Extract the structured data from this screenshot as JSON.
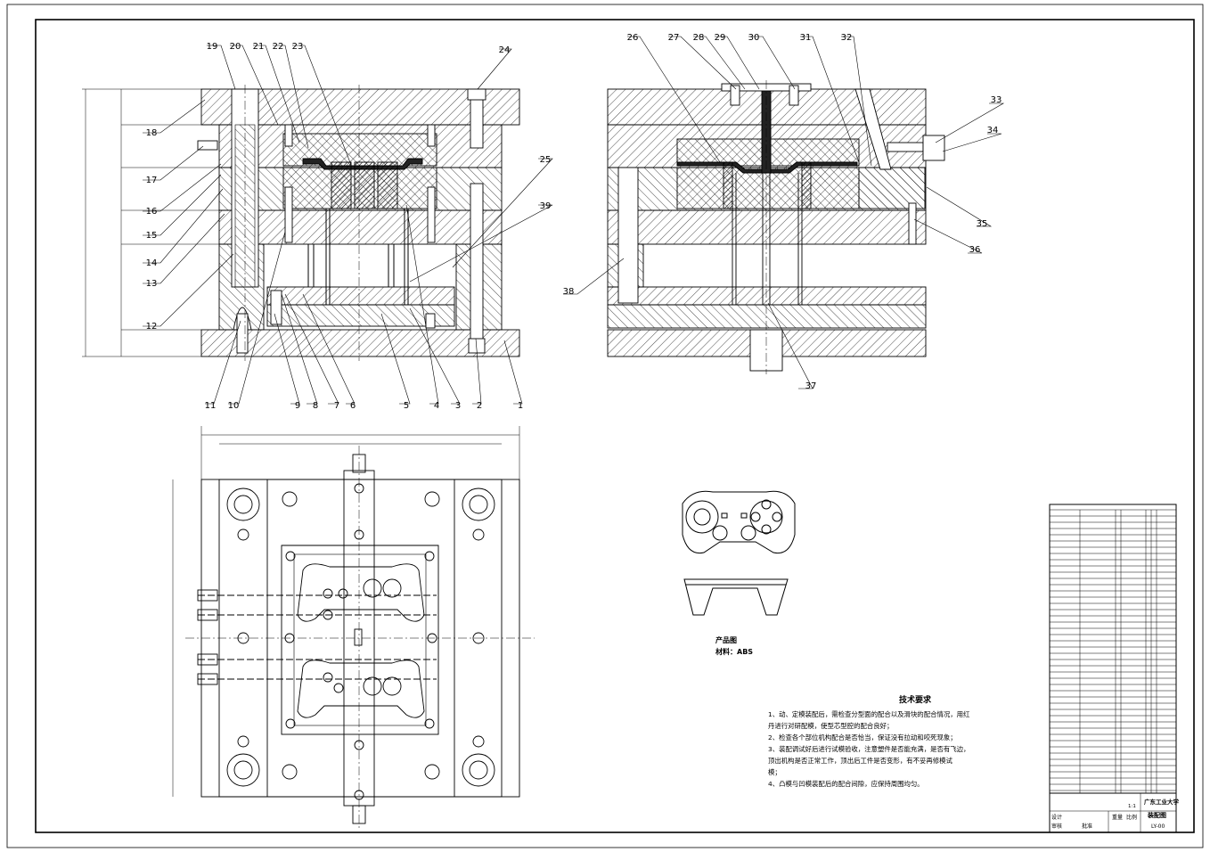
{
  "drawing": {
    "title": "装配图",
    "school": "广东工业大学",
    "drawing_number": "LY-00",
    "scale": "1:1",
    "colors": {
      "line": "#000000",
      "paper": "#ffffff",
      "fill": "#333333"
    }
  },
  "product": {
    "label": "产品图",
    "material": "材料：ABS"
  },
  "tech_requirements": {
    "title": "技术要求",
    "items": [
      "1、动、定模装配后，需检查分型面的配合以及滑块的配合情况，用红",
      "    丹进行对研配模，使型芯型腔的配合良好；",
      "2、检查各个部位机构配合是否恰当，保证没有拉动和咬死现象；",
      "3、装配调试好后进行试模验收，注意塑件是否能充满，是否有飞边，",
      "    顶出机构是否正常工作，顶出后工件是否变形，有不妥再修模试",
      "    模；",
      "4、凸模与凹模装配后的配合间隙，应保持周围均匀。"
    ]
  },
  "balloons_left": [
    "1",
    "2",
    "3",
    "4",
    "5",
    "6",
    "7",
    "8",
    "9",
    "10",
    "11",
    "12",
    "13",
    "14",
    "15",
    "16",
    "17",
    "18",
    "19",
    "20",
    "21",
    "22",
    "23",
    "24",
    "25",
    "39"
  ],
  "balloons_right": [
    "26",
    "27",
    "28",
    "29",
    "30",
    "31",
    "32",
    "33",
    "34",
    "35",
    "36",
    "37",
    "38"
  ],
  "title_block": {
    "designer_label": "设计",
    "check_label": "审核",
    "approve_label": "批准",
    "weight_label": "重量",
    "scale_label": "比例"
  }
}
